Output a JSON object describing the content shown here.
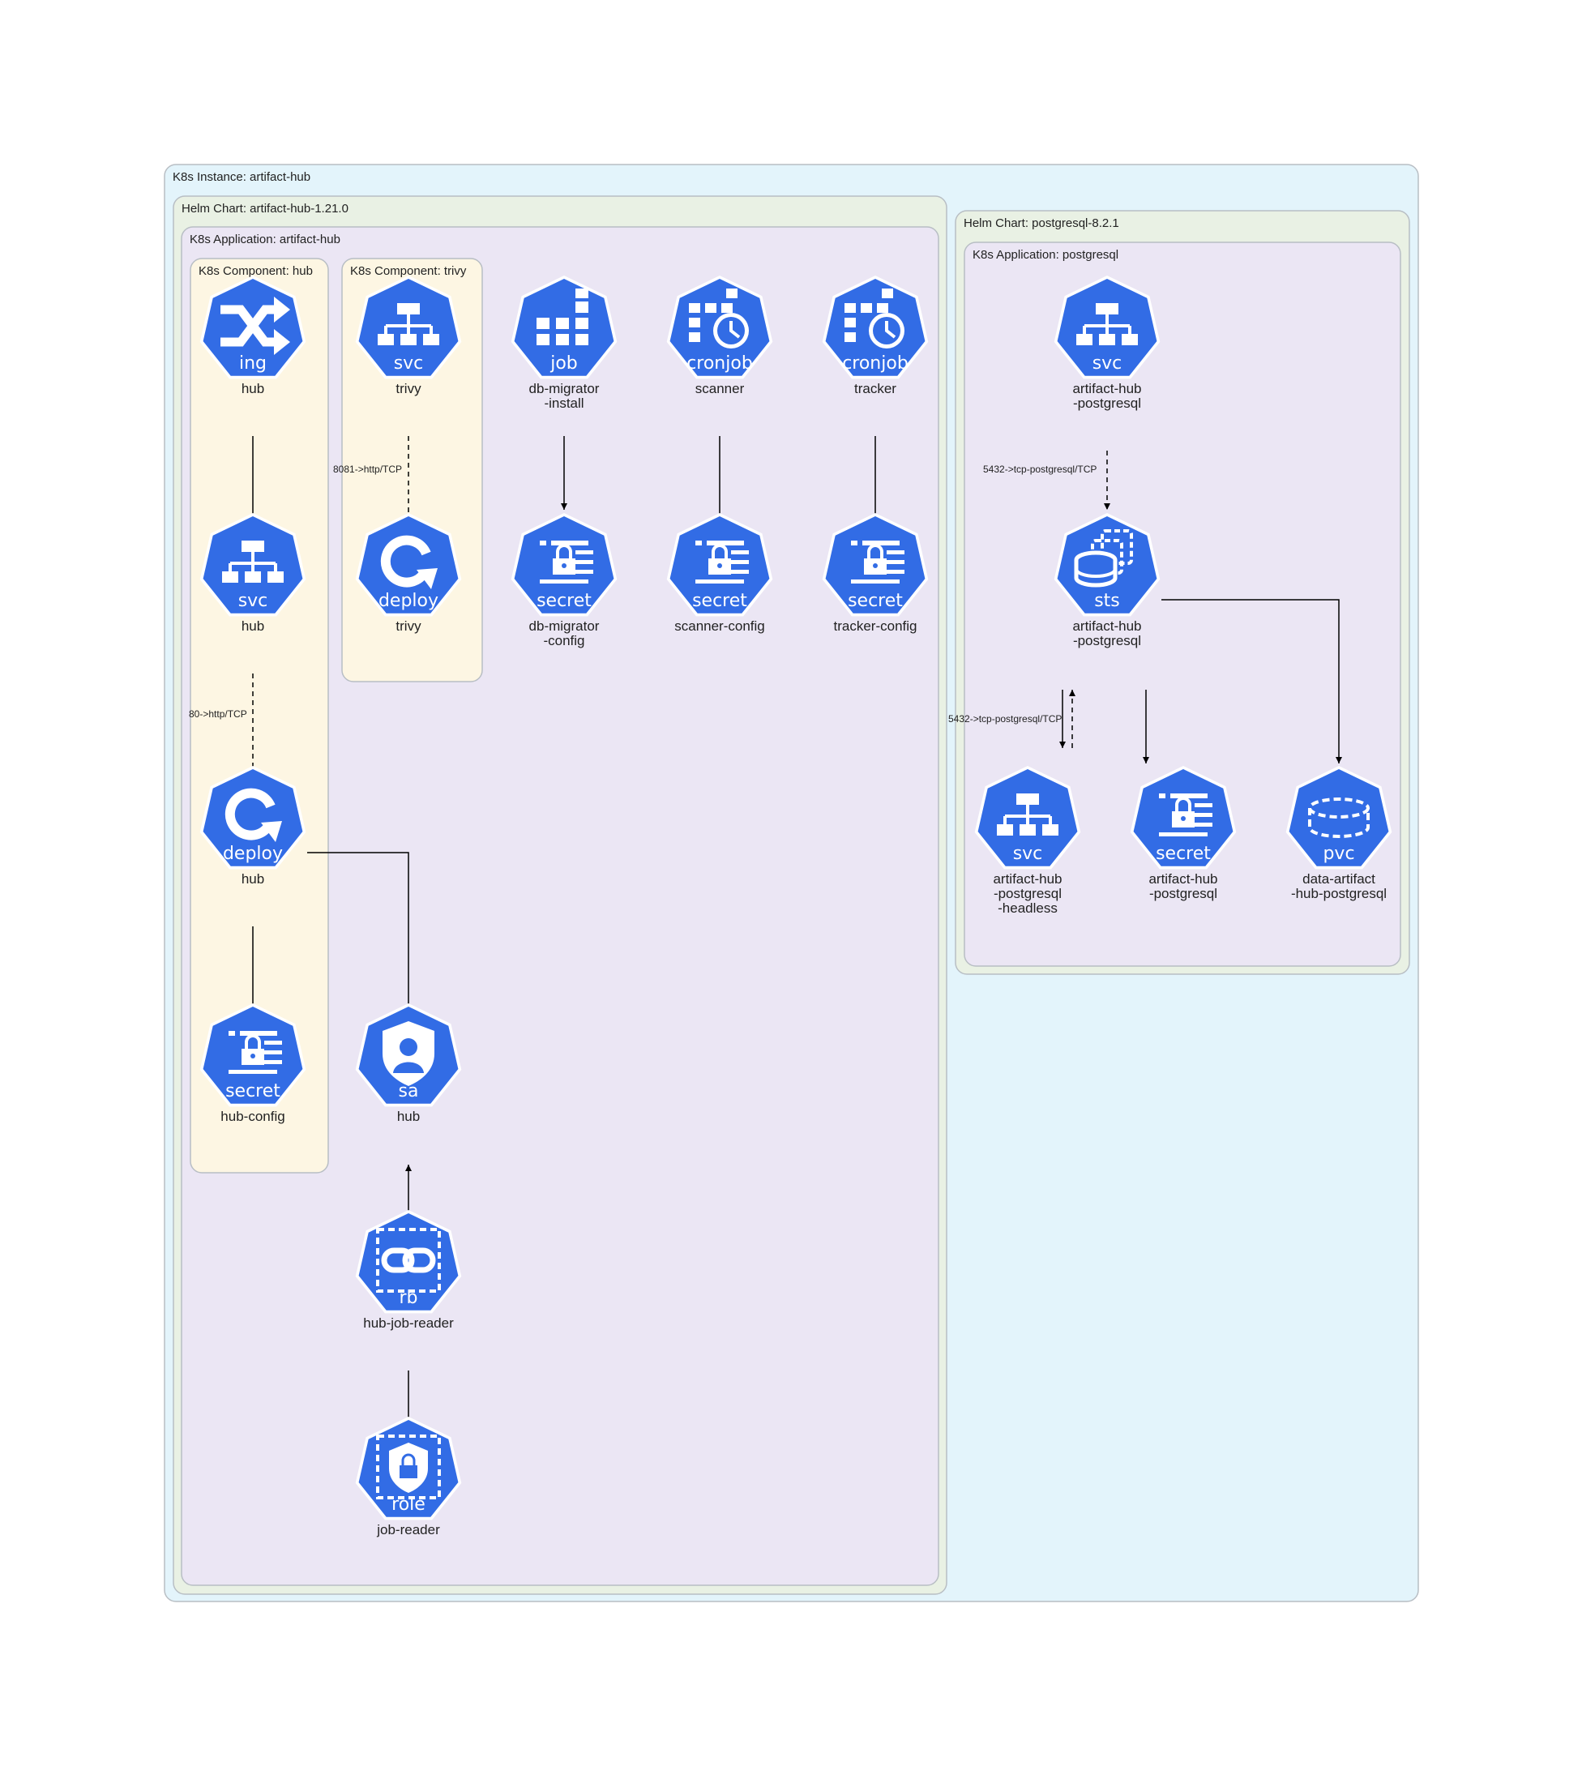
{
  "clusters": {
    "instance": "K8s Instance: artifact-hub",
    "helm_artifact": "Helm Chart: artifact-hub-1.21.0",
    "app_artifact": "K8s Application: artifact-hub",
    "comp_hub": "K8s Component: hub",
    "comp_trivy": "K8s Component: trivy",
    "helm_postgres": "Helm Chart: postgresql-8.2.1",
    "app_postgres": "K8s Application: postgresql"
  },
  "nodes": {
    "hub_ing": {
      "kind": "ing",
      "icon": "shuffle-icon",
      "lines": [
        "hub"
      ]
    },
    "hub_svc": {
      "kind": "svc",
      "icon": "network-tree-icon",
      "lines": [
        "hub"
      ]
    },
    "hub_deploy": {
      "kind": "deploy",
      "icon": "rotate-icon",
      "lines": [
        "hub"
      ]
    },
    "hub_secret": {
      "kind": "secret",
      "icon": "lock-document-icon",
      "lines": [
        "hub-config"
      ]
    },
    "trivy_svc": {
      "kind": "svc",
      "icon": "network-tree-icon",
      "lines": [
        "trivy"
      ]
    },
    "trivy_deploy": {
      "kind": "deploy",
      "icon": "rotate-icon",
      "lines": [
        "trivy"
      ]
    },
    "job": {
      "kind": "job",
      "icon": "grid-icon",
      "lines": [
        "db-migrator",
        "-install"
      ]
    },
    "cron_scanner": {
      "kind": "cronjob",
      "icon": "grid-clock-icon",
      "lines": [
        "scanner"
      ]
    },
    "cron_tracker": {
      "kind": "cronjob",
      "icon": "grid-clock-icon",
      "lines": [
        "tracker"
      ]
    },
    "secret_dbm": {
      "kind": "secret",
      "icon": "lock-document-icon",
      "lines": [
        "db-migrator",
        "-config"
      ]
    },
    "secret_scanner": {
      "kind": "secret",
      "icon": "lock-document-icon",
      "lines": [
        "scanner-config"
      ]
    },
    "secret_tracker": {
      "kind": "secret",
      "icon": "lock-document-icon",
      "lines": [
        "tracker-config"
      ]
    },
    "sa_hub": {
      "kind": "sa",
      "icon": "user-shield-icon",
      "lines": [
        "hub"
      ]
    },
    "rb": {
      "kind": "rb",
      "icon": "link-icon",
      "lines": [
        "hub-job-reader"
      ]
    },
    "role": {
      "kind": "role",
      "icon": "lock-icon",
      "lines": [
        "job-reader"
      ]
    },
    "pg_svc": {
      "kind": "svc",
      "icon": "network-tree-icon",
      "lines": [
        "artifact-hub",
        "-postgresql"
      ]
    },
    "pg_sts": {
      "kind": "sts",
      "icon": "database-stack-icon",
      "lines": [
        "artifact-hub",
        "-postgresql"
      ]
    },
    "pg_svc_headless": {
      "kind": "svc",
      "icon": "network-tree-icon",
      "lines": [
        "artifact-hub",
        "-postgresql",
        "-headless"
      ]
    },
    "pg_secret": {
      "kind": "secret",
      "icon": "lock-document-icon",
      "lines": [
        "artifact-hub",
        "-postgresql"
      ]
    },
    "pg_pvc": {
      "kind": "pvc",
      "icon": "volume-icon",
      "lines": [
        "data-artifact",
        "-hub-postgresql"
      ]
    }
  },
  "edges": [
    {
      "from": "hub_ing",
      "to": "hub_svc",
      "style": "solid",
      "label": ""
    },
    {
      "from": "hub_svc",
      "to": "hub_deploy",
      "style": "dashed",
      "label": "80->http/TCP"
    },
    {
      "from": "hub_deploy",
      "to": "hub_secret",
      "style": "solid",
      "label": ""
    },
    {
      "from": "hub_deploy",
      "to": "sa_hub",
      "style": "solid",
      "label": ""
    },
    {
      "from": "trivy_svc",
      "to": "trivy_deploy",
      "style": "dashed",
      "label": "8081->http/TCP"
    },
    {
      "from": "job",
      "to": "secret_dbm",
      "style": "solid",
      "label": ""
    },
    {
      "from": "cron_scanner",
      "to": "secret_scanner",
      "style": "solid",
      "label": ""
    },
    {
      "from": "cron_tracker",
      "to": "secret_tracker",
      "style": "solid",
      "label": ""
    },
    {
      "from": "rb",
      "to": "sa_hub",
      "style": "solid",
      "label": ""
    },
    {
      "from": "rb",
      "to": "role",
      "style": "solid",
      "label": ""
    },
    {
      "from": "pg_svc",
      "to": "pg_sts",
      "style": "dashed",
      "label": "5432->tcp-postgresql/TCP"
    },
    {
      "from": "pg_sts",
      "to": "pg_svc_headless",
      "style": "solid",
      "label": ""
    },
    {
      "from": "pg_svc_headless",
      "to": "pg_sts",
      "style": "dashed",
      "label": "5432->tcp-postgresql/TCP"
    },
    {
      "from": "pg_sts",
      "to": "pg_secret",
      "style": "solid",
      "label": ""
    },
    {
      "from": "pg_sts",
      "to": "pg_pvc",
      "style": "solid",
      "label": ""
    }
  ],
  "colors": {
    "instance_fill": "#e3f4fb",
    "helm_fill": "#e9f1e4",
    "app_fill": "#ebe6f4",
    "component_fill": "#fdf6e3",
    "border": "#b8bec4",
    "node_fill": "#326ce5",
    "icon": "#ffffff"
  }
}
